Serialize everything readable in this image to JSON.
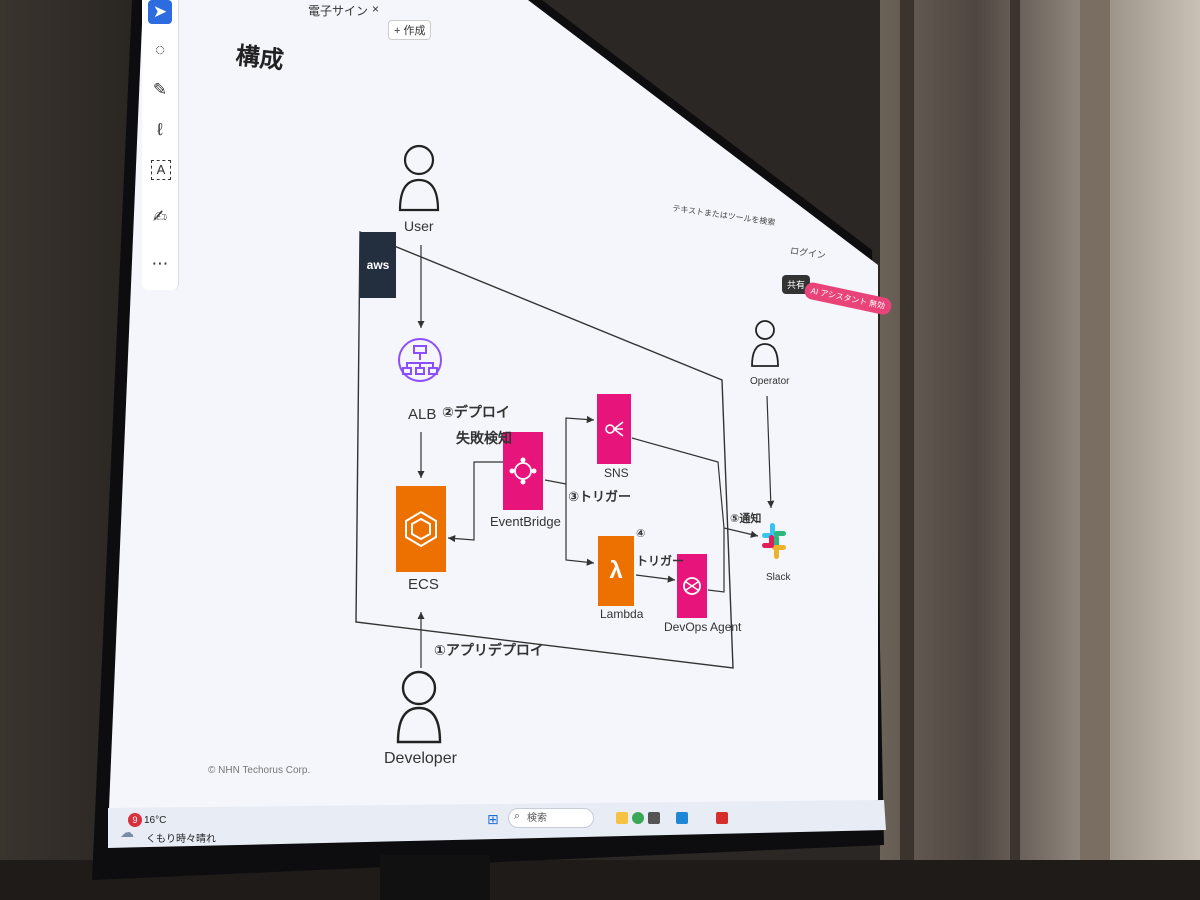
{
  "tabs": {
    "tab1": "電子サイン",
    "new_tab": "+ 作成"
  },
  "toolbar_items": [
    "select-icon",
    "comment-icon",
    "highlight-icon",
    "draw-icon",
    "text-icon",
    "sign-icon",
    "more-icon"
  ],
  "slide": {
    "title": "構成",
    "copyright": "© NHN Techorus Corp."
  },
  "diagram": {
    "aws": "aws",
    "user": "User",
    "alb": "ALB",
    "ecs": "ECS",
    "eventbridge": "EventBridge",
    "sns": "SNS",
    "lambda": "Lambda",
    "devops": "DevOps Agent",
    "operator": "Operator",
    "slack": "Slack",
    "developer": "Developer",
    "step2_line1": "②デプロイ",
    "step2_line2": "失敗検知",
    "step3": "③トリガー",
    "step4_num": "④",
    "step4_text": "トリガー",
    "step5": "⑤通知",
    "step1": "①アプリデプロイ"
  },
  "app_panel": {
    "search_hint": "テキストまたはツールを検索",
    "login": "ログイン",
    "share": "共有",
    "assistant": "AI アシスタント 無効"
  },
  "taskbar": {
    "badge": "9",
    "temperature": "16°C",
    "weather": "くもり時々晴れ",
    "search": "検索"
  },
  "colors": {
    "aws_dark": "#232f3e",
    "compute_orange": "#ed7100",
    "integration_pink": "#e7157b",
    "alb_purple": "#8c4fff"
  }
}
